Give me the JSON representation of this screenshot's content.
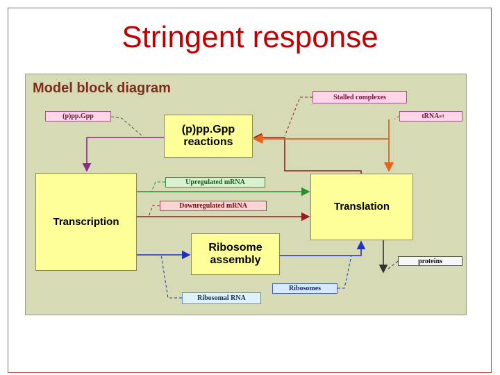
{
  "slide": {
    "title": "Stringent response"
  },
  "diagram": {
    "title": "Model block diagram",
    "blocks": {
      "reactions": [
        "(p)pp.Gpp",
        "reactions"
      ],
      "transcription": "Transcription",
      "translation": "Translation",
      "ribosome": [
        "Ribosome",
        "assembly"
      ]
    },
    "signals": {
      "ppgpp": "(p)pp.Gpp",
      "stalled": "Stalled complexes",
      "trna": "tRNA",
      "trna_sup": "u/l",
      "upregulated": "Upregulated mRNA",
      "downregulated": "Downregulated mRNA",
      "proteins": "proteins",
      "ribosomes": "Ribosomes",
      "ribosomal_rna": "Ribosomal RNA"
    },
    "colors": {
      "red_wire": "#9a1c1c",
      "orange_wire": "#e8621a",
      "green_wire": "#2e8b2e",
      "blue_wire": "#2030c0",
      "purple_wire": "#8a2a8a",
      "dark_wire": "#333333"
    }
  }
}
